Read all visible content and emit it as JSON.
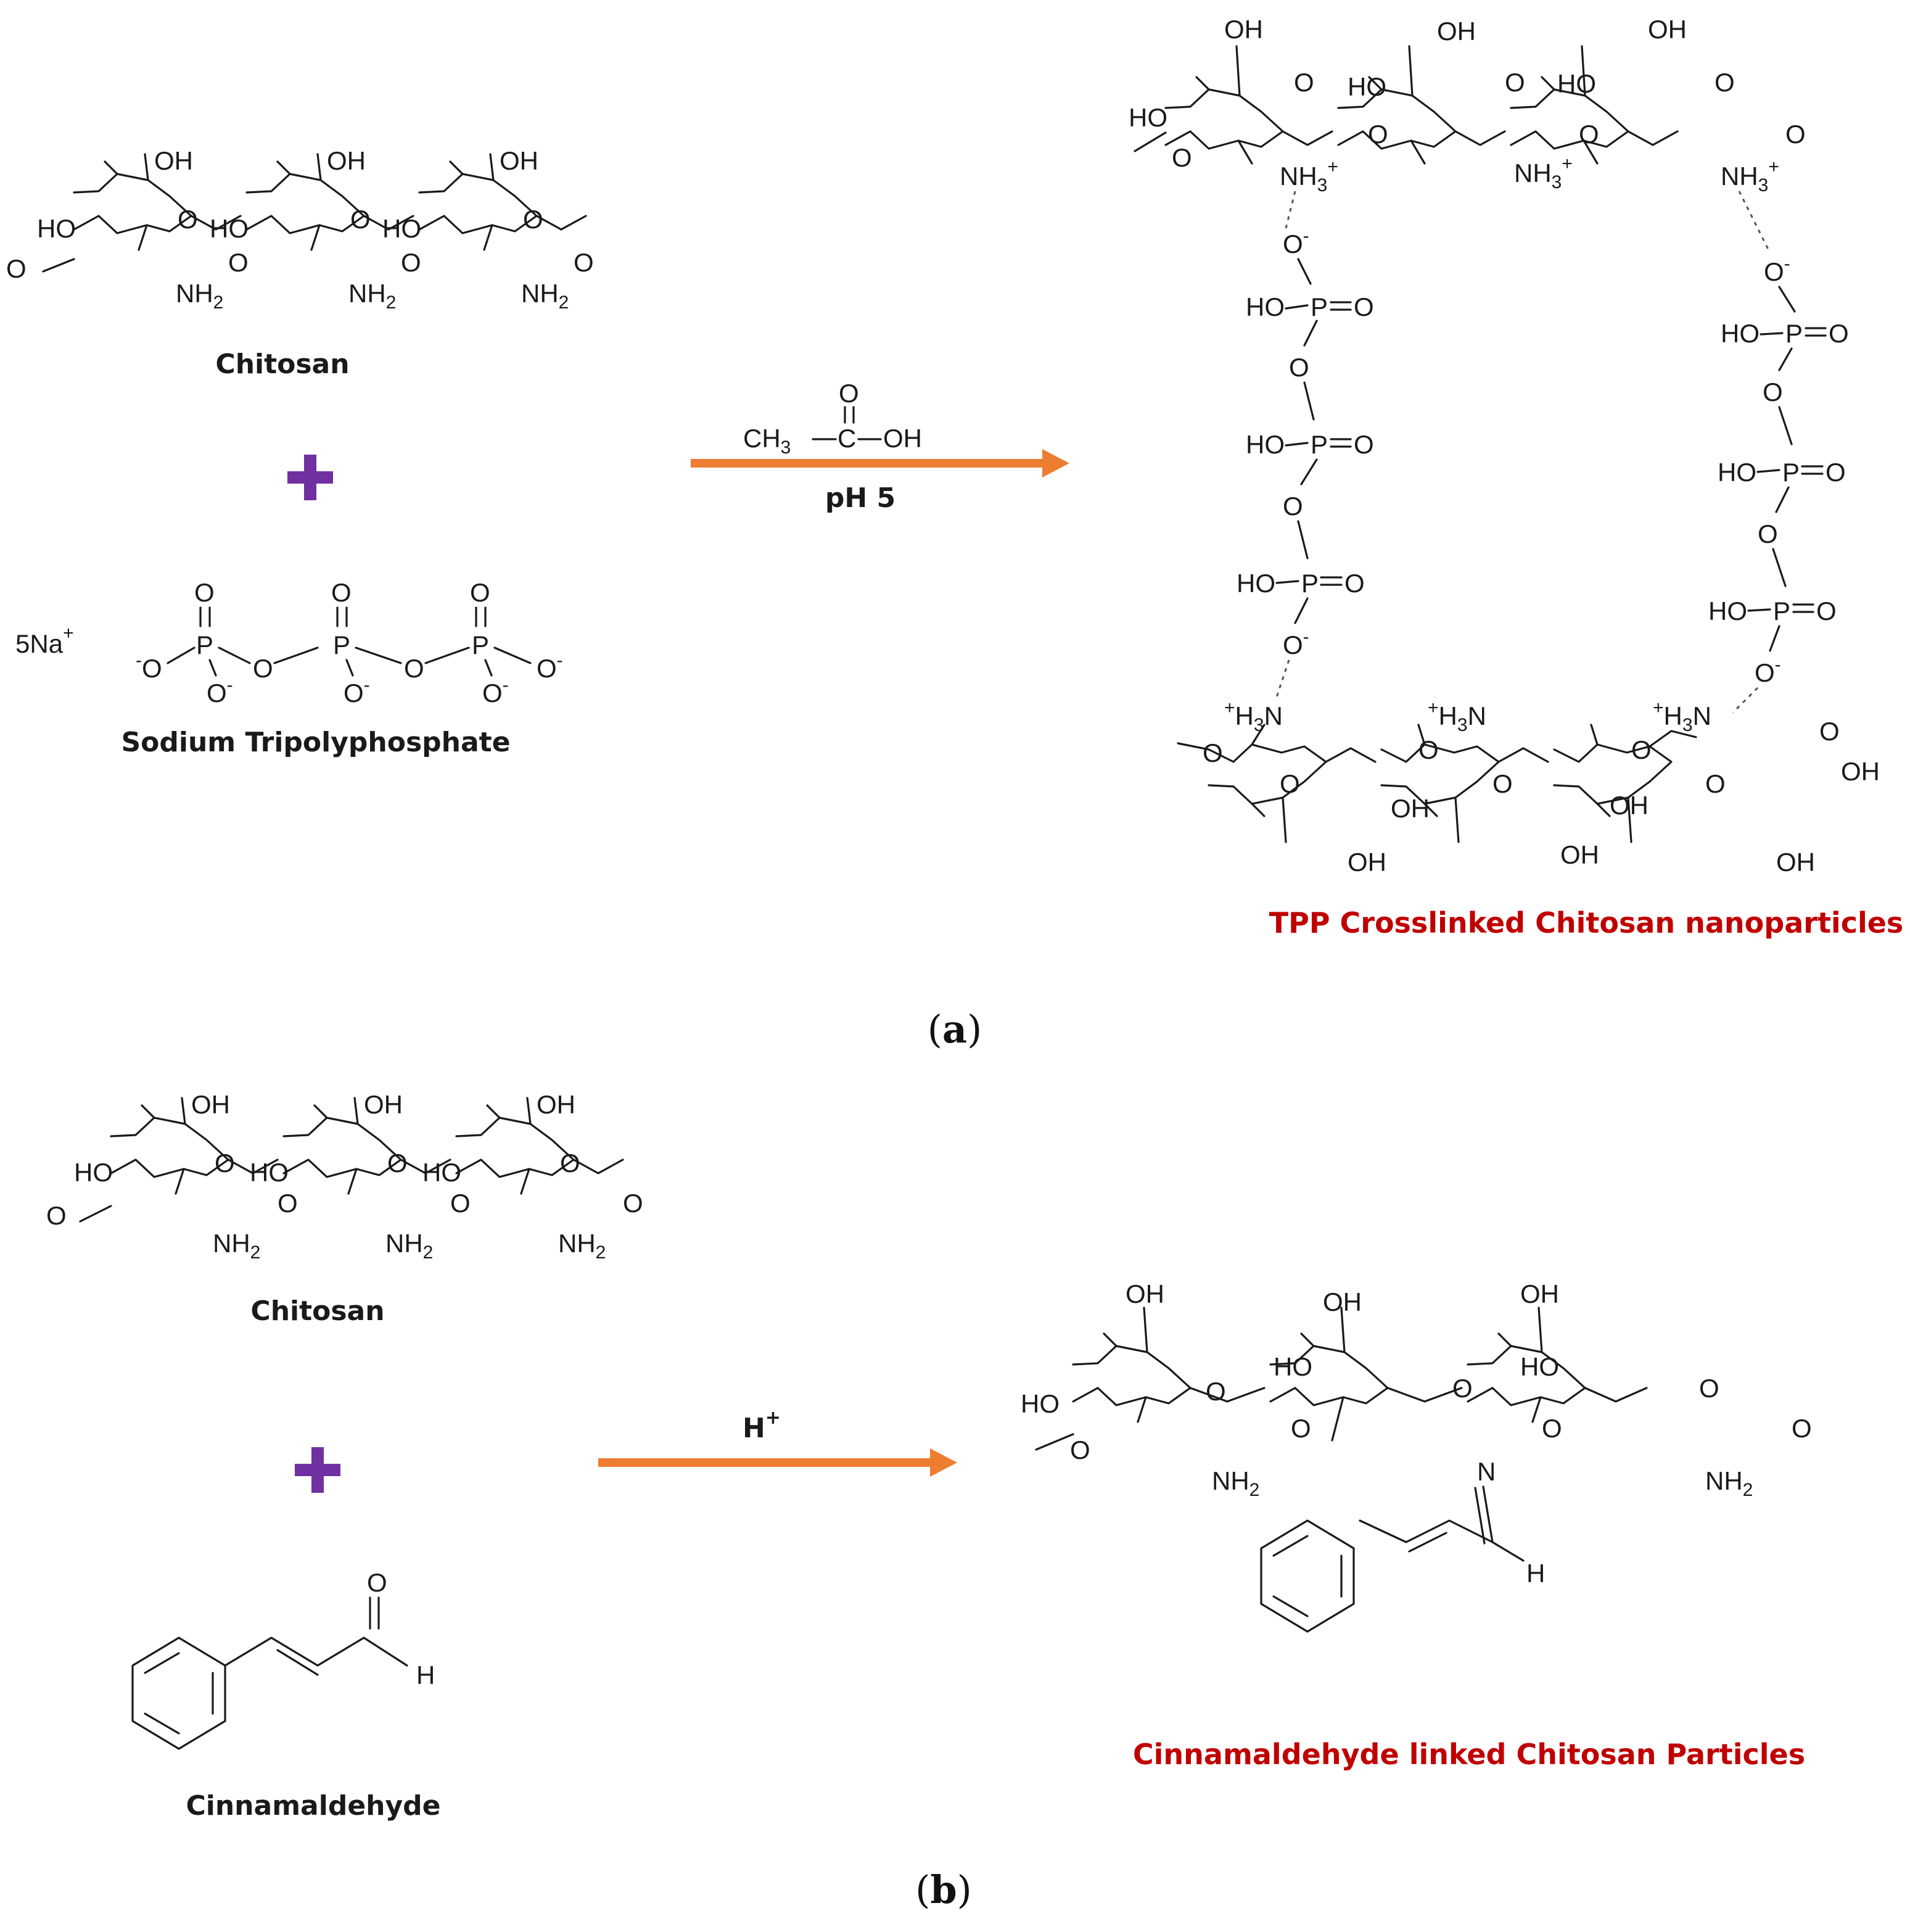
{
  "colors": {
    "arrow": "#ed7d31",
    "plus": "#7030a0",
    "product_label": "#c00000"
  },
  "panel_a": {
    "reactant1_label": "Chitosan",
    "reactant2_label": "Sodium Tripolyphosphate",
    "counter_ion": "5Na",
    "reagent_ch": "CH",
    "reagent_c": "C",
    "reagent_oh": "OH",
    "reagent_o": "O",
    "condition": "pH 5",
    "product_label": "TPP Crosslinked Chitosan nanoparticles",
    "caption": "a"
  },
  "panel_b": {
    "reactant1_label": "Chitosan",
    "reactant2_label": "Cinnamaldehyde",
    "condition": "H",
    "product_label": "Cinnamaldehyde linked Chitosan Particles",
    "caption": "b"
  },
  "atoms": {
    "oh": "OH",
    "ho": "HO",
    "o": "O",
    "nh": "NH",
    "h3n": "H",
    "n": "N",
    "p": "P",
    "h": "H",
    "ho_p": "HO"
  }
}
